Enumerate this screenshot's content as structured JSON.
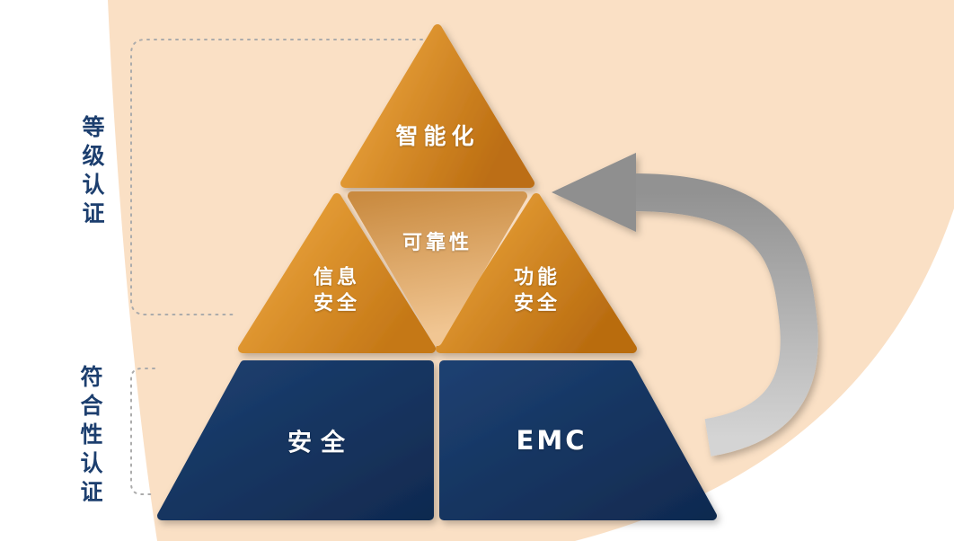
{
  "pyramid": {
    "top": "智能化",
    "middle_left": "信息\n安全",
    "middle_center": "可靠性",
    "middle_right": "功能\n安全",
    "bottom_left": "安全",
    "bottom_right": "EMC"
  },
  "side_labels": {
    "grade_certification": "等级认证",
    "conformity_certification": "符合性认证"
  },
  "colors": {
    "orange_light": "#F2AC43",
    "orange_dark": "#C06E14",
    "tan_light": "#F1C693",
    "tan_dark": "#CE8F45",
    "navy": "#16335F",
    "peach_background": "#FAE0C5",
    "arrow_gray": "#A3A3A3",
    "side_label_navy": "#1C3E6E"
  }
}
